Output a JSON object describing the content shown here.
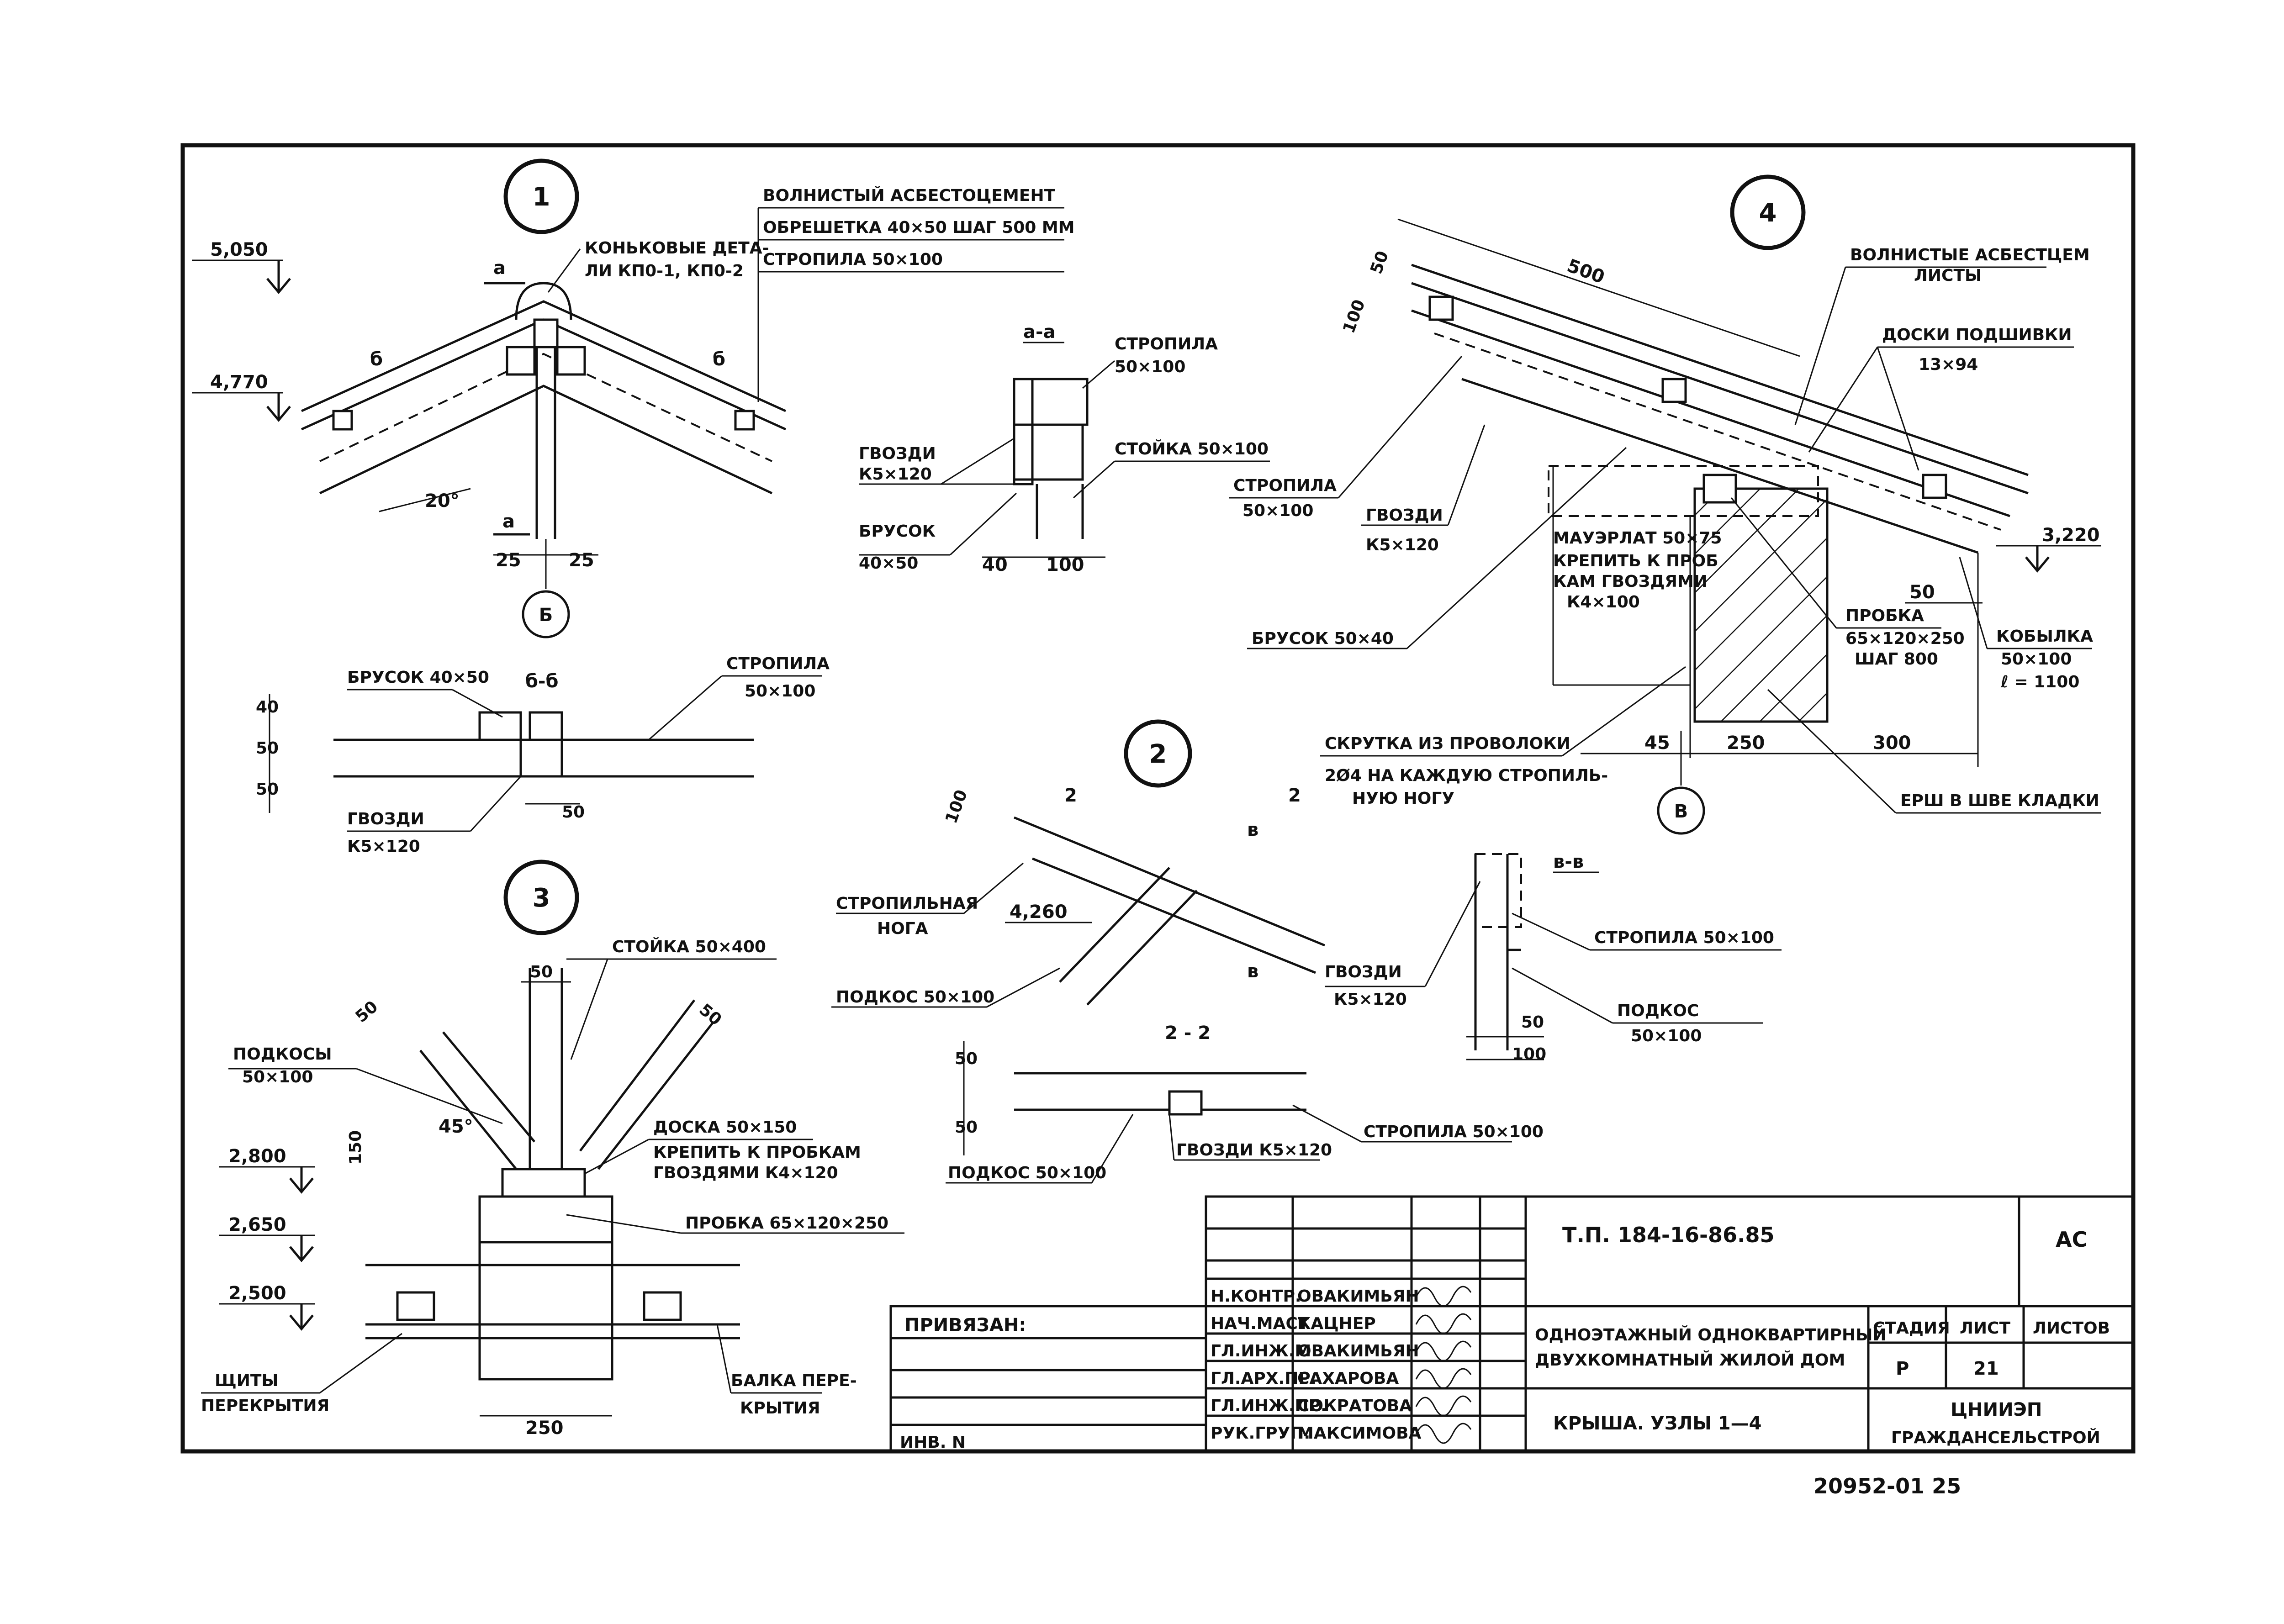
{
  "nodes": {
    "node1": {
      "number": "1",
      "layers": [
        "ВОЛНИСТЫЙ АСБЕСТОЦЕМЕНТ",
        "ОБРЕШЕТКА 40×50 ШАГ 500 ММ",
        "СТРОПИЛА 50×100"
      ],
      "ridge_parts": [
        "КОНЬКОВЫЕ ДЕТА-",
        "ЛИ КП0-1, КП0-2"
      ],
      "elev_top": "5,050",
      "elev_eave": "4,770",
      "section_a": "а",
      "section_b": "б",
      "angle": "20°",
      "dim_left": "25",
      "dim_right": "25",
      "axis": "Б"
    },
    "node_aa": {
      "title": "а-а",
      "rafter": [
        "СТРОПИЛА",
        "50×100"
      ],
      "post": "СТОЙКА 50×100",
      "nails": [
        "ГВОЗДИ",
        "К5×120"
      ],
      "bar": [
        "БРУСОК",
        "40×50"
      ],
      "dim1": "40",
      "dim2": "100"
    },
    "node_bb": {
      "title": "б-б",
      "bar": "БРУСОК 40×50",
      "rafter": [
        "СТРОПИЛА",
        "50×100"
      ],
      "nails": [
        "ГВОЗДИ",
        "К5×120"
      ],
      "dim_v1": "40",
      "dim_v2": "50",
      "dim_v3": "50",
      "dim_h": "50"
    },
    "node2": {
      "number": "2",
      "rafter_leg": [
        "СТРОПИЛЬНАЯ",
        "НОГА"
      ],
      "brace": "ПОДКОС 50×100",
      "elev": "4,260",
      "dim": "100",
      "sec2": "2",
      "secv": "в"
    },
    "node22": {
      "title": "2 - 2",
      "brace": "ПОДКОС 50×100",
      "nails": "ГВОЗДИ К5×120",
      "rafter": "СТРОПИЛА 50×100",
      "dim1": "50",
      "dim2": "50"
    },
    "node3": {
      "number": "3",
      "post": "СТОЙКА 50×400",
      "braces": [
        "ПОДКОСЫ",
        "50×100"
      ],
      "board": [
        "ДОСКА 50×150",
        "КРЕПИТЬ К ПРОБКАМ",
        "ГВОЗДЯМИ К4×120"
      ],
      "plug": "ПРОБКА 65×120×250",
      "shields": [
        "ЩИТЫ",
        "ПЕРЕКРЫТИЯ"
      ],
      "beam": [
        "БАЛКА ПЕРЕ-",
        "КРЫТИЯ"
      ],
      "elev1": "2,800",
      "elev2": "2,650",
      "elev3": "2,500",
      "dim_w": "250",
      "dim_post": "50",
      "dim_br1": "50",
      "dim_br2": "50",
      "dim_board": "150",
      "angle": "45°"
    },
    "node4": {
      "number": "4",
      "sheets": [
        "ВОЛНИСТЫЕ АСБЕСТЦЕМ",
        "ЛИСТЫ"
      ],
      "boards": [
        "ДОСКИ ПОДШИВКИ",
        "13×94"
      ],
      "rafter": [
        "СТРОПИЛА",
        "50×100"
      ],
      "nails": [
        "ГВОЗДИ",
        "К5×120"
      ],
      "mauerlat": [
        "МАУЭРЛАТ 50×75",
        "КРЕПИТЬ К ПРОБ",
        "КАМ ГВОЗДЯМИ",
        "К4×100"
      ],
      "bar": "БРУСОК 50×40",
      "plug": [
        "ПРОБКА",
        "65×120×250",
        "ШАГ 800"
      ],
      "kobylka": [
        "КОБЫЛКА",
        "50×100",
        "ℓ = 1100"
      ],
      "twist": [
        "СКРУТКА ИЗ ПРОВОЛОКИ",
        "2Ø4 НА КАЖДУЮ СТРОПИЛЬ-",
        "НУЮ НОГУ"
      ],
      "ruff": "ЕРШ В ШВЕ КЛАДКИ",
      "dim500": "500",
      "dim50": "50",
      "dim100": "100",
      "dim45": "45",
      "dim250": "250",
      "dim300": "300",
      "dim50b": "50",
      "elev": "3,220",
      "axis": "В"
    },
    "node_vv": {
      "title": "в-в",
      "rafter": "СТРОПИЛА 50×100",
      "nails": [
        "ГВОЗДИ",
        "К5×120"
      ],
      "brace": [
        "ПОДКОС",
        "50×100"
      ],
      "dim1": "50",
      "dim2": "100"
    }
  },
  "stamp": {
    "doc_code": "Т.П. 184-16-86.85",
    "section_code": "АС",
    "tied": "ПРИВЯЗАН:",
    "inv": "ИНВ. N",
    "roles": [
      {
        "role": "Н.КОНТР.",
        "name": "ОВАКИМЬЯН"
      },
      {
        "role": "НАЧ.МАСТ",
        "name": "КАЦНЕР"
      },
      {
        "role": "ГЛ.ИНЖ.М.",
        "name": "ОВАКИМЬЯН"
      },
      {
        "role": "ГЛ.АРХ.ПР.",
        "name": "САХАРОВА"
      },
      {
        "role": "ГЛ.ИНЖ.ПР.",
        "name": "СОКРАТОВА"
      },
      {
        "role": "РУК.ГРУП.",
        "name": "МАКСИМОВА"
      }
    ],
    "project_title": [
      "ОДНОЭТАЖНЫЙ ОДНОКВАРТИРНЫЙ",
      "ДВУХКОМНАТНЫЙ ЖИЛОЙ ДОМ"
    ],
    "sheet_title": "КРЫША. УЗЛЫ 1—4",
    "stage_label": "СТАДИЯ",
    "sheet_label": "ЛИСТ",
    "sheets_label": "ЛИСТОВ",
    "stage": "Р",
    "sheet": "21",
    "org": [
      "ЦНИИЭП",
      "ГРАЖДАНСЕЛЬСТРОЙ"
    ]
  },
  "archive_number": "20952-01 25"
}
